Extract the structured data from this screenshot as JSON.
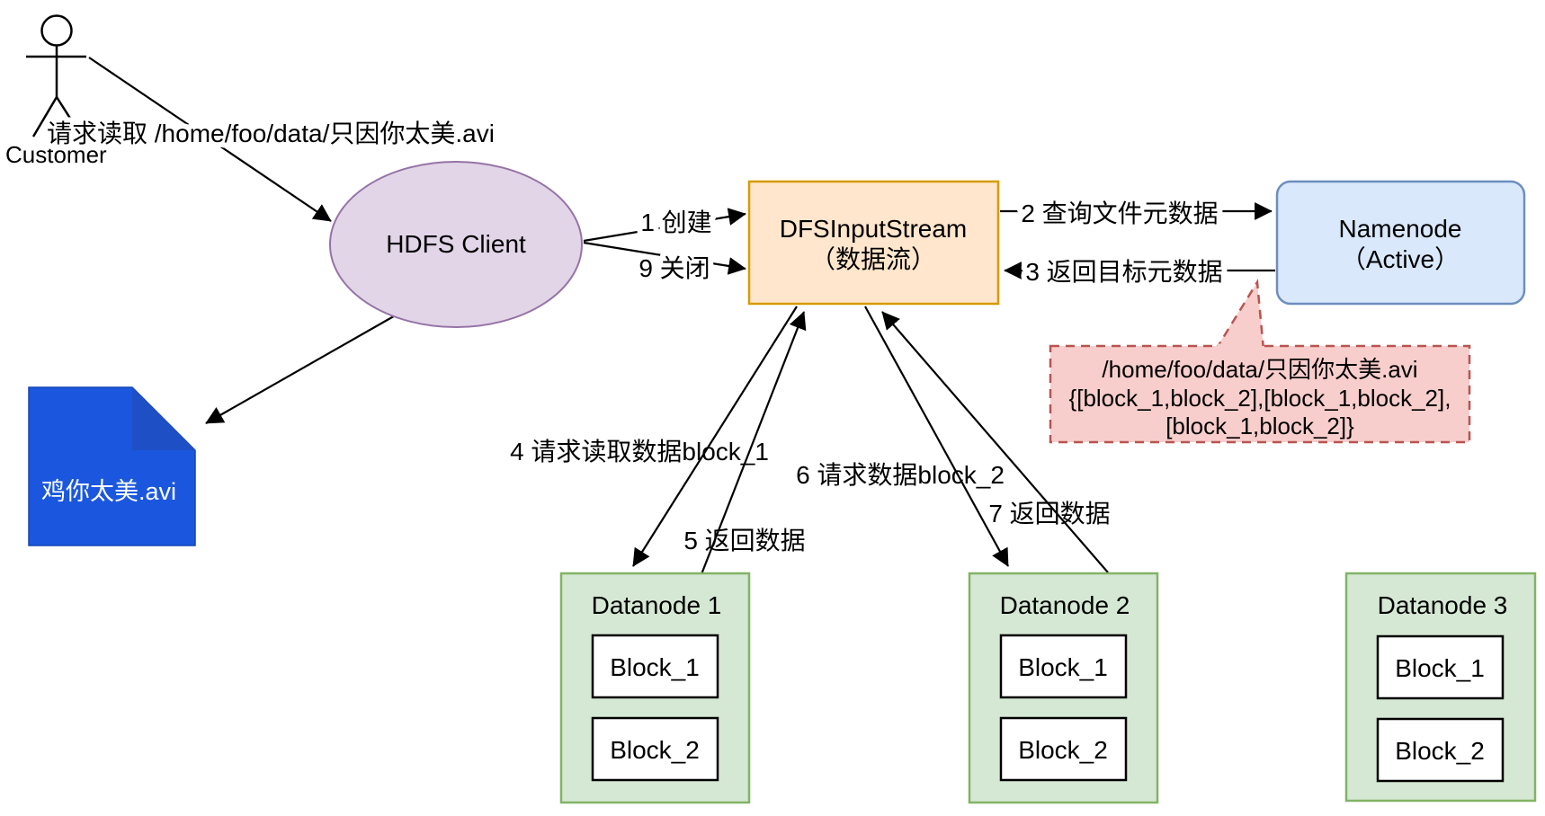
{
  "actor": {
    "name": "Customer"
  },
  "labels": {
    "request": "请求读取 /home/foo/data/只因你太美.avi"
  },
  "nodes": {
    "hdfs_client": {
      "label": "HDFS Client"
    },
    "dfs_input_stream": {
      "line1": "DFSInputStream",
      "line2": "（数据流）"
    },
    "namenode": {
      "line1": "Namenode",
      "line2": "（Active）"
    },
    "file_doc": {
      "label": "鸡你太美.avi"
    },
    "callout": {
      "line1": "/home/foo/data/只因你太美.avi",
      "line2": "{[block_1,block_2],[block_1,block_2],",
      "line3": "[block_1,block_2]}"
    }
  },
  "flow_labels": {
    "f1": "1 创建",
    "f9": "9 关闭",
    "f2": "2 查询文件元数据",
    "f3": "3 返回目标元数据",
    "f4": "4 请求读取数据block_1",
    "f5": "5 返回数据",
    "f6": "6 请求数据block_2",
    "f7": "7 返回数据"
  },
  "datanodes": [
    {
      "title": "Datanode 1",
      "blocks": [
        "Block_1",
        "Block_2"
      ]
    },
    {
      "title": "Datanode 2",
      "blocks": [
        "Block_1",
        "Block_2"
      ]
    },
    {
      "title": "Datanode 3",
      "blocks": [
        "Block_1",
        "Block_2"
      ]
    }
  ],
  "colors": {
    "client_fill": "#E1D5E7",
    "client_stroke": "#9673A6",
    "stream_fill": "#FFE6CC",
    "stream_stroke": "#D79B00",
    "namenode_fill": "#DAE8FC",
    "namenode_stroke": "#6C8EBF",
    "datanode_fill": "#D5E8D4",
    "datanode_stroke": "#82B366",
    "callout_fill": "#F8CECC",
    "callout_stroke": "#B85450",
    "doc_fill": "#1B57DE",
    "doc_fold": "#1E4FC4",
    "arrow": "#000000"
  }
}
